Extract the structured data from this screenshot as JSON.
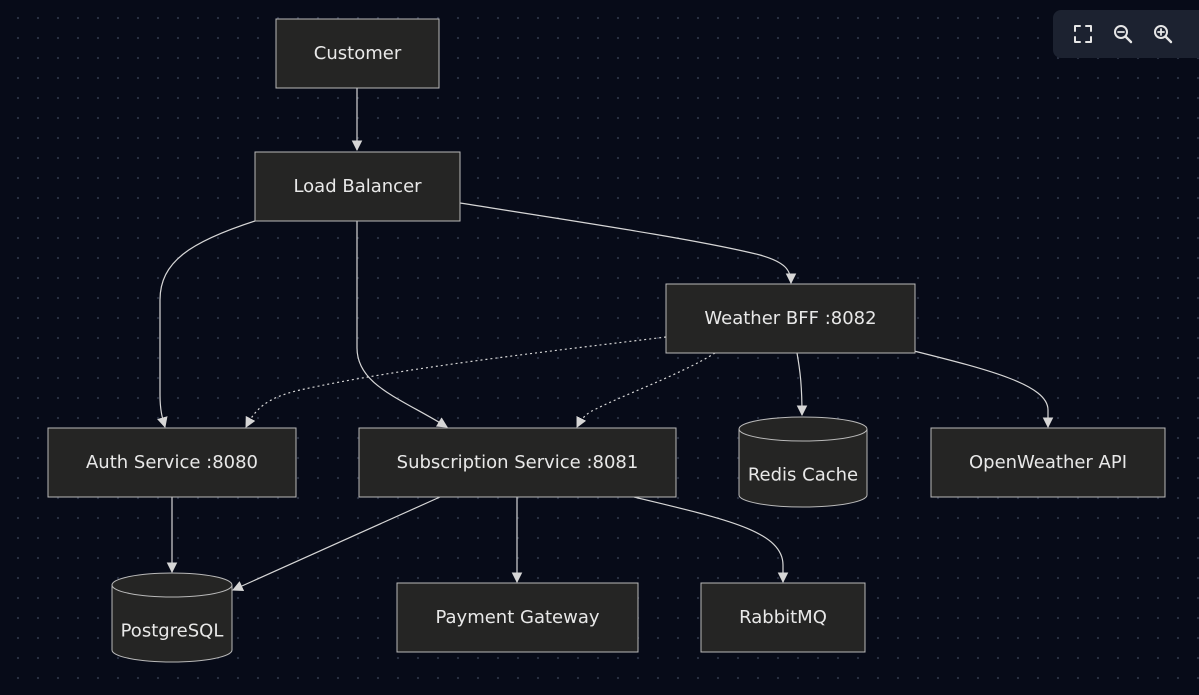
{
  "diagram": {
    "colors": {
      "background": "#070b18",
      "node_fill": "#252524",
      "node_stroke": "#b9b9b9",
      "text": "#e8e8e8",
      "edge": "#d6d6d6"
    },
    "nodes": {
      "customer": "Customer",
      "load_balancer": "Load Balancer",
      "weather_bff": "Weather BFF :8082",
      "auth_service": "Auth Service :8080",
      "subscription_service": "Subscription Service :8081",
      "redis_cache": "Redis Cache",
      "openweather_api": "OpenWeather API",
      "postgresql": "PostgreSQL",
      "payment_gateway": "Payment Gateway",
      "rabbitmq": "RabbitMQ"
    },
    "edges": [
      {
        "from": "Customer",
        "to": "Load Balancer",
        "style": "solid"
      },
      {
        "from": "Load Balancer",
        "to": "Auth Service :8080",
        "style": "solid"
      },
      {
        "from": "Load Balancer",
        "to": "Subscription Service :8081",
        "style": "solid"
      },
      {
        "from": "Load Balancer",
        "to": "Weather BFF :8082",
        "style": "solid"
      },
      {
        "from": "Weather BFF :8082",
        "to": "Auth Service :8080",
        "style": "dotted"
      },
      {
        "from": "Weather BFF :8082",
        "to": "Subscription Service :8081",
        "style": "dotted"
      },
      {
        "from": "Weather BFF :8082",
        "to": "Redis Cache",
        "style": "solid"
      },
      {
        "from": "Weather BFF :8082",
        "to": "OpenWeather API",
        "style": "solid"
      },
      {
        "from": "Auth Service :8080",
        "to": "PostgreSQL",
        "style": "solid"
      },
      {
        "from": "Subscription Service :8081",
        "to": "PostgreSQL",
        "style": "solid"
      },
      {
        "from": "Subscription Service :8081",
        "to": "Payment Gateway",
        "style": "solid"
      },
      {
        "from": "Subscription Service :8081",
        "to": "RabbitMQ",
        "style": "solid"
      }
    ]
  },
  "toolbar": {
    "fullscreen_icon": "fullscreen-icon",
    "zoom_out_icon": "zoom-out-icon",
    "zoom_in_icon": "zoom-in-icon"
  }
}
